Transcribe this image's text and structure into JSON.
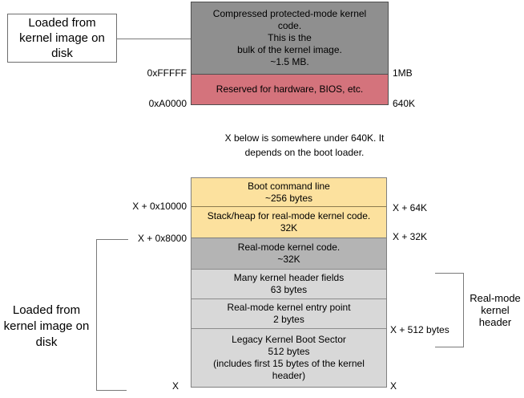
{
  "top_diagram": {
    "source_box_label": "Loaded from\nkernel image on\ndisk",
    "compressed_kernel": {
      "text": "Compressed protected-mode kernel\ncode.\nThis is the\nbulk of the kernel image.\n~1.5 MB.",
      "color": "#8f8f8f"
    },
    "reserved": {
      "text": "Reserved for hardware, BIOS, etc.",
      "color": "#d4737c"
    },
    "left_labels": {
      "top": "0xFFFFF",
      "bottom": "0xA0000"
    },
    "right_labels": {
      "top": "1MB",
      "bottom": "640K"
    }
  },
  "note_text": "X below is somewhere under 640K. It\ndepends on the boot loader.",
  "bottom_diagram": {
    "source_label": "Loaded from\nkernel image on\ndisk",
    "segments": [
      {
        "name": "boot-command-line",
        "text": "Boot command line\n~256 bytes",
        "color": "#fce19e"
      },
      {
        "name": "stack-heap",
        "text": "Stack/heap for real-mode kernel code.\n32K",
        "color": "#fce19e"
      },
      {
        "name": "real-mode-kernel-code",
        "text": "Real-mode kernel code.\n~32K",
        "color": "#b4b4b4"
      },
      {
        "name": "kernel-header-fields",
        "text": "Many kernel header fields\n63 bytes",
        "color": "#d8d8d8"
      },
      {
        "name": "real-mode-entry-point",
        "text": "Real-mode kernel entry point\n2 bytes",
        "color": "#d8d8d8"
      },
      {
        "name": "legacy-boot-sector",
        "text": "Legacy Kernel Boot Sector\n512 bytes\n(includes first 15 bytes of the kernel\nheader)",
        "color": "#d8d8d8"
      }
    ],
    "left_labels": {
      "l1": "X + 0x10000",
      "l2": "X + 0x8000",
      "l3": "X"
    },
    "right_labels": {
      "r1": "X + 64K",
      "r2": "X + 32K",
      "r3": "X + 512 bytes",
      "r4": "X"
    },
    "bracket_label": "Real-mode\nkernel\nheader"
  }
}
